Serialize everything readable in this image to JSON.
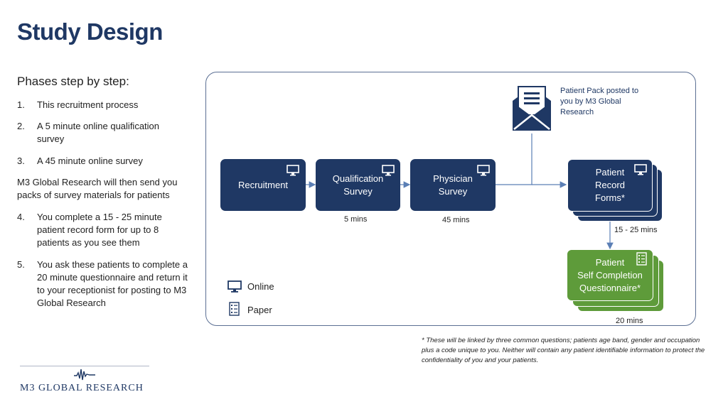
{
  "page": {
    "title": "Study Design",
    "steps_heading": "Phases step by step:",
    "steps": [
      {
        "num": "1.",
        "text": "This recruitment process"
      },
      {
        "num": "2.",
        "text": "A 5 minute online qualification survey"
      },
      {
        "num": "3.",
        "text": "A 45 minute online survey"
      },
      {
        "num": "4.",
        "text": "You complete a 15 - 25 minute patient record form for up to 8 patients as you see them"
      },
      {
        "num": "5.",
        "text": "You ask these patients to complete a 20 minute questionnaire and return it to your receptionist for posting to M3 Global Research"
      }
    ],
    "m3_note": "M3 Global Research will then send you packs of survey materials for patients"
  },
  "diagram": {
    "mail_caption": "Patient Pack posted to you by M3 Global Research",
    "nodes": {
      "recruitment": "Recruitment",
      "qualification": "Qualification\nSurvey",
      "physician": "Physician\nSurvey",
      "patient_record": "Patient\nRecord\nForms*",
      "self_completion": "Patient\nSelf Completion\nQuestionnaire*"
    },
    "durations": {
      "qualification": "5 mins",
      "physician": "45 mins",
      "patient_record": "15 - 25 mins",
      "self_completion": "20 mins"
    },
    "legend": {
      "online": "Online",
      "paper": "Paper"
    },
    "colors": {
      "online_box": "#1f3864",
      "paper_box": "#5e9b3a",
      "arrow": "#5b7fb5"
    }
  },
  "footnote": "* These will be linked by three common questions; patients age band, gender and occupation plus a code unique to you.  Neither will contain any patient identifiable information to protect the confidentiality of you and your patients.",
  "logo": {
    "text": "M3 GLOBAL RESEARCH"
  }
}
